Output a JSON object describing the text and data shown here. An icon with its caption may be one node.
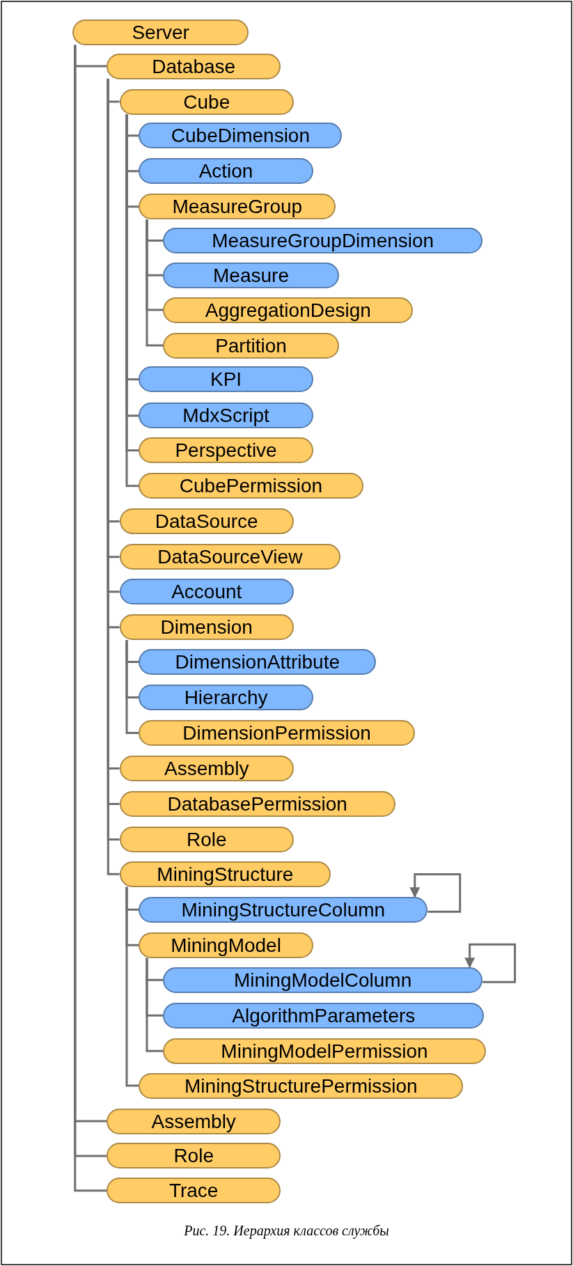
{
  "diagram": {
    "caption": "Рис. 19. Иерархия классов службы",
    "nodes": [
      {
        "text": [
          "Server"
        ]
      },
      {
        "text": [
          "Database"
        ]
      },
      {
        "text": [
          "Cube"
        ]
      },
      {
        "text": [
          "CubeDimension"
        ]
      },
      {
        "text": [
          "Action"
        ]
      },
      {
        "text": [
          "MeasureGroup"
        ]
      },
      {
        "text": [
          "MeasureGroupDimension"
        ]
      },
      {
        "text": [
          "Measure"
        ]
      },
      {
        "text": [
          "AggregationDesign"
        ]
      },
      {
        "text": [
          "Partition"
        ]
      },
      {
        "text": [
          "KPI"
        ]
      },
      {
        "text": [
          "MdxScript"
        ]
      },
      {
        "text": [
          "Perspective"
        ]
      },
      {
        "text": [
          "CubePermission"
        ]
      },
      {
        "text": [
          "DataSource"
        ]
      },
      {
        "text": [
          "DataSourceView"
        ]
      },
      {
        "text": [
          "Account"
        ]
      },
      {
        "text": [
          "Dimension"
        ]
      },
      {
        "text": [
          "DimensionAttribute"
        ]
      },
      {
        "text": [
          "Hierarchy"
        ]
      },
      {
        "text": [
          "DimensionPermission"
        ]
      },
      {
        "text": [
          "Assembly"
        ]
      },
      {
        "text": [
          "DatabasePermission"
        ]
      },
      {
        "text": [
          "Role"
        ]
      },
      {
        "text": [
          "MiningStructure"
        ]
      },
      {
        "text": [
          "MiningStructureColumn"
        ]
      },
      {
        "text": [
          "MiningModel"
        ]
      },
      {
        "text": [
          "MiningModelColumn"
        ]
      },
      {
        "text": [
          "AlgorithmParameters"
        ]
      },
      {
        "text": [
          "MiningModelPermission"
        ]
      },
      {
        "text": [
          "MiningStructurePermission"
        ]
      },
      {
        "text": [
          "Assembly"
        ]
      },
      {
        "text": [
          "Role"
        ]
      },
      {
        "text": [
          "Trace"
        ]
      }
    ],
    "edges": [
      {
        "from": 0,
        "to": 1,
        "arrow": "none"
      },
      {
        "from": 1,
        "to": 2,
        "arrow": "none"
      },
      {
        "from": 2,
        "to": 3,
        "arrow": "none"
      },
      {
        "from": 2,
        "to": 4,
        "arrow": "none"
      },
      {
        "from": 2,
        "to": 5,
        "arrow": "none"
      },
      {
        "from": 5,
        "to": 6,
        "arrow": "none"
      },
      {
        "from": 5,
        "to": 7,
        "arrow": "none"
      },
      {
        "from": 5,
        "to": 8,
        "arrow": "none"
      },
      {
        "from": 5,
        "to": 9,
        "arrow": "none"
      },
      {
        "from": 2,
        "to": 10,
        "arrow": "none"
      },
      {
        "from": 2,
        "to": 11,
        "arrow": "none"
      },
      {
        "from": 2,
        "to": 12,
        "arrow": "none"
      },
      {
        "from": 2,
        "to": 13,
        "arrow": "none"
      },
      {
        "from": 1,
        "to": 14,
        "arrow": "none"
      },
      {
        "from": 1,
        "to": 15,
        "arrow": "none"
      },
      {
        "from": 1,
        "to": 16,
        "arrow": "none"
      },
      {
        "from": 1,
        "to": 17,
        "arrow": "none"
      },
      {
        "from": 17,
        "to": 18,
        "arrow": "none"
      },
      {
        "from": 17,
        "to": 19,
        "arrow": "none"
      },
      {
        "from": 17,
        "to": 20,
        "arrow": "none"
      },
      {
        "from": 1,
        "to": 21,
        "arrow": "none"
      },
      {
        "from": 1,
        "to": 22,
        "arrow": "none"
      },
      {
        "from": 1,
        "to": 23,
        "arrow": "none"
      },
      {
        "from": 1,
        "to": 24,
        "arrow": "none"
      },
      {
        "from": 24,
        "to": 25,
        "arrow": "none"
      },
      {
        "from": 25,
        "to": 25,
        "arrow": "to"
      },
      {
        "from": 24,
        "to": 26,
        "arrow": "none"
      },
      {
        "from": 26,
        "to": 27,
        "arrow": "none"
      },
      {
        "from": 27,
        "to": 27,
        "arrow": "to"
      },
      {
        "from": 26,
        "to": 28,
        "arrow": "none"
      },
      {
        "from": 26,
        "to": 29,
        "arrow": "none"
      },
      {
        "from": 24,
        "to": 30,
        "arrow": "none"
      },
      {
        "from": 0,
        "to": 31,
        "arrow": "none"
      },
      {
        "from": 0,
        "to": 32,
        "arrow": "none"
      },
      {
        "from": 0,
        "to": 33,
        "arrow": "none"
      }
    ]
  }
}
